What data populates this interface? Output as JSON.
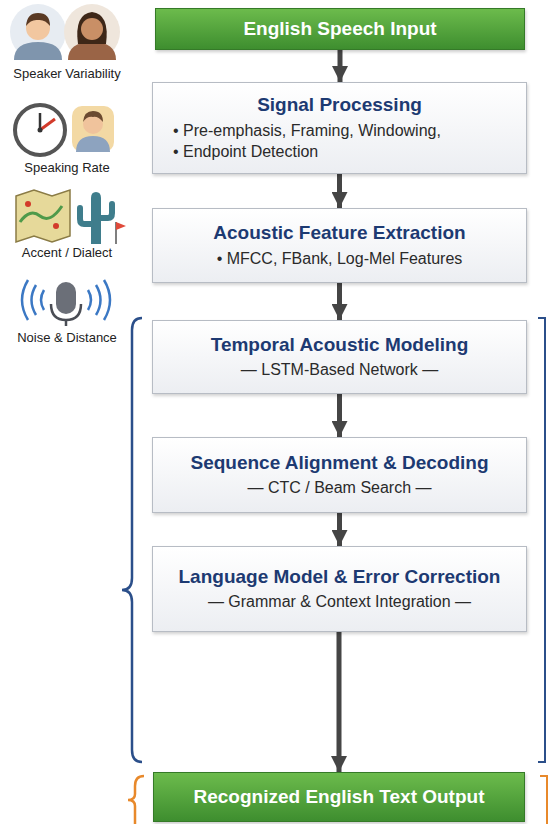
{
  "diagram": {
    "nodes": [
      {
        "text": [
          "English Speech Input"
        ]
      },
      {
        "text": [
          "Signal Processing",
          "• Pre-emphasis, Framing, Windowing,",
          "• Endpoint Detection"
        ]
      },
      {
        "text": [
          "Acoustic Feature Extraction",
          "• MFCC, FBank, Log-Mel Features"
        ]
      },
      {
        "text": [
          "Temporal Acoustic Modeling",
          "— LSTM-Based Network —"
        ]
      },
      {
        "text": [
          "Sequence Alignment & Decoding",
          "— CTC / Beam Search —"
        ]
      },
      {
        "text": [
          "Language Model & Error Correction",
          "— Grammar & Context Integration —"
        ]
      },
      {
        "text": [
          "Recognized English Text Output"
        ]
      }
    ],
    "edges": [
      {
        "from": 0,
        "to": 1,
        "arrow": "to"
      },
      {
        "from": 1,
        "to": 2,
        "arrow": "to"
      },
      {
        "from": 2,
        "to": 3,
        "arrow": "to"
      },
      {
        "from": 3,
        "to": 4,
        "arrow": "to"
      },
      {
        "from": 4,
        "to": 5,
        "arrow": "to"
      },
      {
        "from": 5,
        "to": 6,
        "arrow": "to"
      }
    ],
    "labels": [
      "Speaker Variability",
      "Speaking Rate",
      "Accent / Dialect",
      "Noise & Distance"
    ]
  }
}
